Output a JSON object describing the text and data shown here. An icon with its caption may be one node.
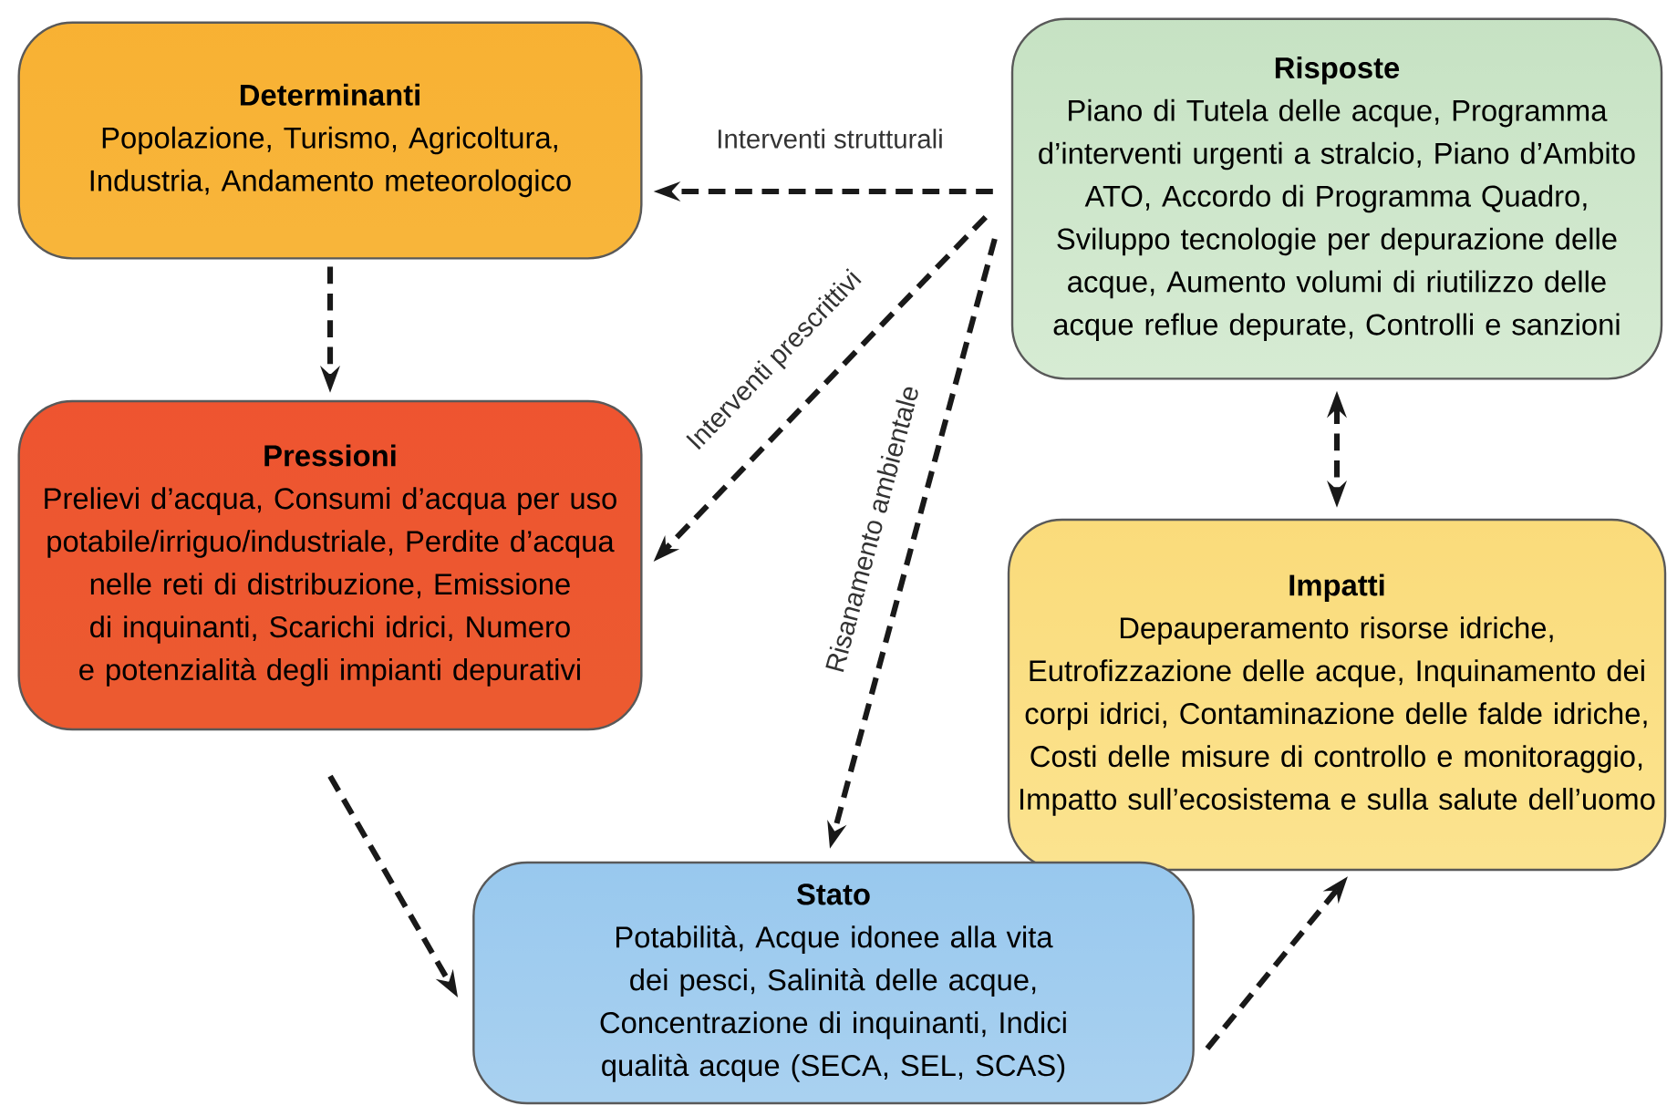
{
  "diagram": {
    "nodes": [
      {
        "text": [
          "Determinanti",
          "Popolazione, Turismo, Agricoltura, Industria, Andamento meteorologico"
        ]
      },
      {
        "text": [
          "Risposte",
          "Piano di Tutela delle acque, Programma d’interventi urgenti a stralcio, Piano d’Ambito ATO, Accordo di Programma Quadro, Sviluppo tecnologie per depurazione delle acque, Aumento volumi di riutilizzo delle acque reflue depurate, Controlli e sanzioni"
        ]
      },
      {
        "text": [
          "Pressioni",
          "Prelievi d’acqua, Consumi d’acqua per uso potabile/irriguo/industriale, Perdite d’acqua nelle reti di distribuzione, Emissione di inquinanti, Scarichi idrici, Numero e potenzialità degli impianti depurativi"
        ]
      },
      {
        "text": [
          "Impatti",
          "Depauperamento risorse idriche, Eutrofizzazione delle acque, Inquinamento dei corpi idrici, Contaminazione delle falde idriche, Costi delle misure di controllo e monitoraggio, Impatto sull’ecosistema e sulla salute dell’uomo"
        ]
      },
      {
        "text": [
          "Stato",
          "Potabilità, Acque idonee alla vita dei pesci, Salinità delle acque, Concentrazione di inquinanti, Indici qualità acque (SECA, SEL, SCAS)"
        ]
      }
    ],
    "edges": [
      {
        "from": 0,
        "to": 2,
        "arrow": "to"
      },
      {
        "from": 1,
        "to": 0,
        "arrow": "to",
        "label": "Interventi strutturali"
      },
      {
        "from": 1,
        "to": 2,
        "arrow": "to",
        "label": "Interventi prescrittivi"
      },
      {
        "from": 1,
        "to": 4,
        "arrow": "to",
        "label": "Risanamento ambientale"
      },
      {
        "from": 1,
        "to": 3,
        "arrow": "both"
      },
      {
        "from": 2,
        "to": 4,
        "arrow": "to"
      },
      {
        "from": 4,
        "to": 3,
        "arrow": "to"
      }
    ]
  }
}
